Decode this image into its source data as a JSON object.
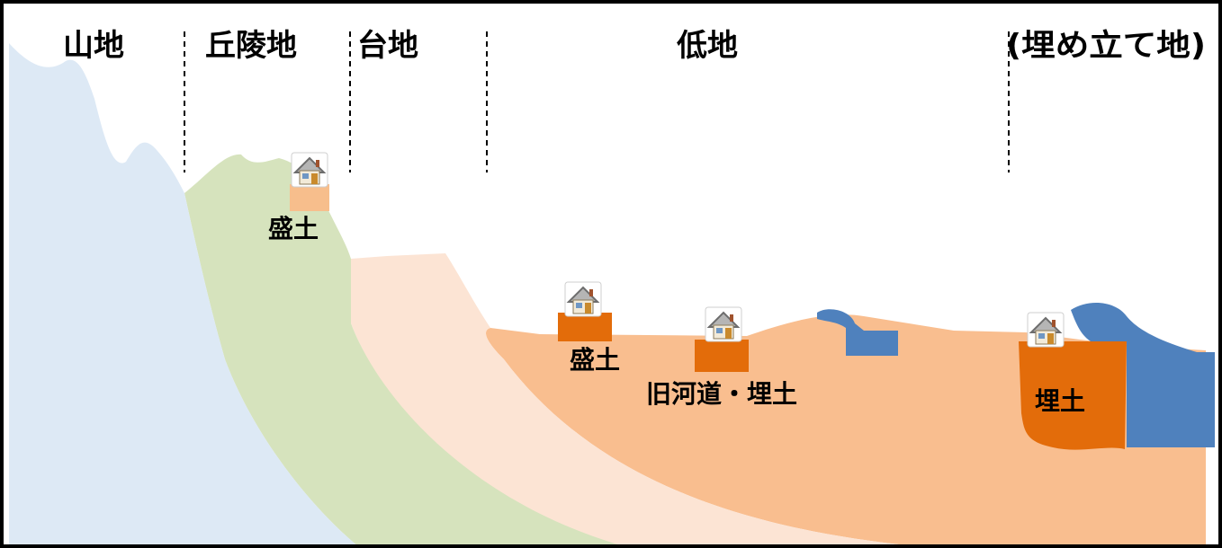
{
  "zones": {
    "mountain": "山地",
    "hills": "丘陵地",
    "plateau": "台地",
    "lowland": "低地",
    "reclaimed": "(埋め立て地)"
  },
  "fill_labels": {
    "hill_embankment": "盛土",
    "lowland_embankment": "盛土",
    "old_river_channel": "旧河道・埋土",
    "reclaimed_fill": "埋土"
  },
  "colors": {
    "mountain": "#dde9f5",
    "hills": "#d6e3bd",
    "plateau": "#fce4d4",
    "lowland": "#f9be8f",
    "embankment_light": "#f7be8c",
    "embankment_dark": "#e36c0a",
    "water": "#4f81bd",
    "border": "#000000"
  },
  "icons": [
    "house-icon",
    "house-icon",
    "house-icon",
    "house-icon"
  ]
}
